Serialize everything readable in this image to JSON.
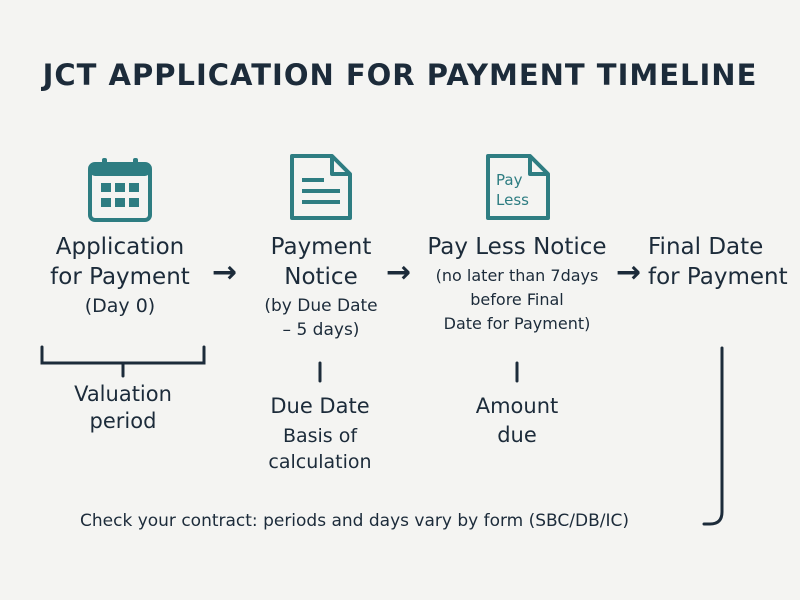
{
  "title": "JCT APPLICATION FOR PAYMENT TIMELINE",
  "colors": {
    "accent": "#2e7d82",
    "text": "#1c2b3a",
    "background": "#f4f4f2"
  },
  "steps": [
    {
      "icon": "calendar-icon",
      "title_line1": "Application",
      "title_line2": "for Payment",
      "sub": "(Day 0)"
    },
    {
      "icon": "document-icon",
      "title_line1": "Payment",
      "title_line2": "Notice",
      "sub_line1": "(by Due Date",
      "sub_line2": "– 5 days)"
    },
    {
      "icon": "pay-less-document-icon",
      "icon_text_line1": "Pay",
      "icon_text_line2": "Less",
      "title_line1": "Pay Less Notice",
      "sub_line1": "(no later than 7days",
      "sub_line2": "before Final",
      "sub_line3": "Date for Payment)"
    },
    {
      "title_line1": "Final Date",
      "title_line2": "for Payment"
    }
  ],
  "arrow_glyph": "→",
  "annotations": {
    "valuation": {
      "line1": "Valuation",
      "line2": "period"
    },
    "due_date": {
      "heading": "Due Date",
      "line1": "Basis of",
      "line2": "calculation"
    },
    "amount": {
      "line1": "Amount",
      "line2": "due"
    }
  },
  "footer": "Check your contract: periods and days vary by form (SBC/DB/IC)"
}
